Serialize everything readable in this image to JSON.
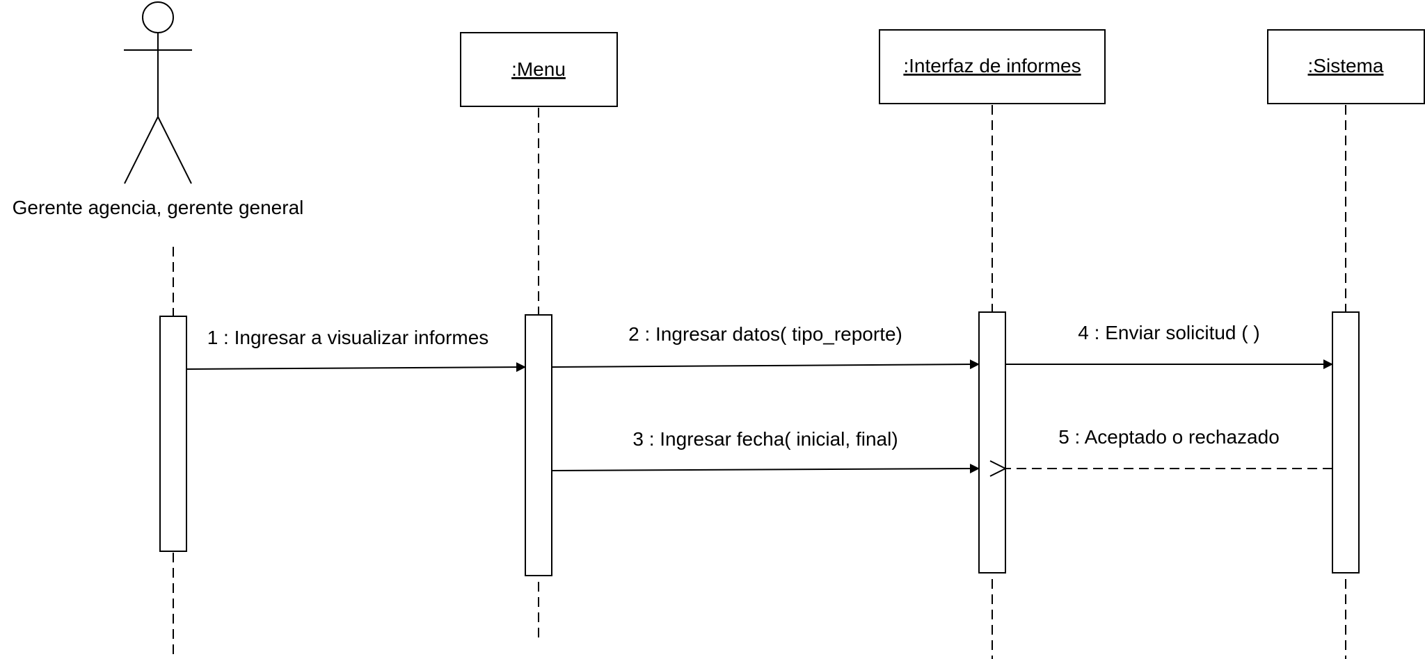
{
  "actor": {
    "name": "Gerente agencia, gerente general"
  },
  "objects": [
    {
      "name": ":Menu"
    },
    {
      "name": ":Interfaz de informes"
    },
    {
      "name": ":Sistema"
    }
  ],
  "messages": [
    {
      "label": "1 : Ingresar a visualizar informes",
      "from": "actor",
      "to": ":Menu",
      "type": "sync"
    },
    {
      "label": "2 : Ingresar datos( tipo_reporte)",
      "from": ":Menu",
      "to": ":Interfaz de informes",
      "type": "sync"
    },
    {
      "label": "3 : Ingresar fecha( inicial, final)",
      "from": ":Menu",
      "to": ":Interfaz de informes",
      "type": "sync"
    },
    {
      "label": "4 : Enviar solicitud ( )",
      "from": ":Interfaz de informes",
      "to": ":Sistema",
      "type": "sync"
    },
    {
      "label": "5 : Aceptado o rechazado",
      "from": ":Sistema",
      "to": ":Interfaz de informes",
      "type": "reply"
    }
  ]
}
